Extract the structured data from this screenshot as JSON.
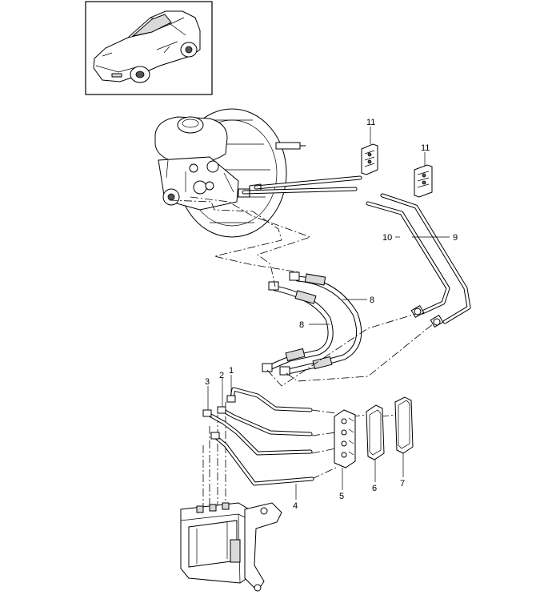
{
  "diagram": {
    "callouts": {
      "c1": "1",
      "c2": "2",
      "c3": "3",
      "c4": "4",
      "c5": "5",
      "c6": "6",
      "c7": "7",
      "c8a": "8",
      "c8b": "8",
      "c9": "9",
      "c10": "10",
      "c11a": "11",
      "c11b": "11"
    }
  }
}
